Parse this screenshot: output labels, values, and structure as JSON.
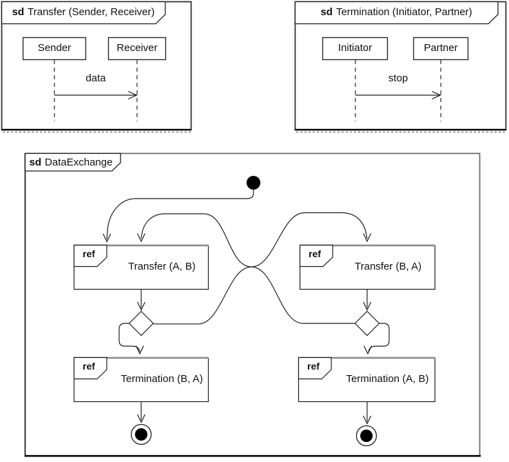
{
  "frames": {
    "transfer": {
      "keyword": "sd",
      "title": "Transfer (Sender, Receiver)",
      "lifelines": [
        "Sender",
        "Receiver"
      ],
      "message": "data"
    },
    "termination": {
      "keyword": "sd",
      "title": "Termination (Initiator, Partner)",
      "lifelines": [
        "Initiator",
        "Partner"
      ],
      "message": "stop"
    },
    "data_exchange": {
      "keyword": "sd",
      "title": "DataExchange",
      "ref_keyword": "ref",
      "refs": [
        {
          "label": "Transfer (A, B)"
        },
        {
          "label": "Transfer (B, A)"
        },
        {
          "label": "Termination (B, A)"
        },
        {
          "label": "Termination (A, B)"
        }
      ]
    }
  },
  "colors": {
    "line": "#222222",
    "frame_border": "#262626",
    "gray_border": "#8c8c8c",
    "background": "#ffffff"
  }
}
